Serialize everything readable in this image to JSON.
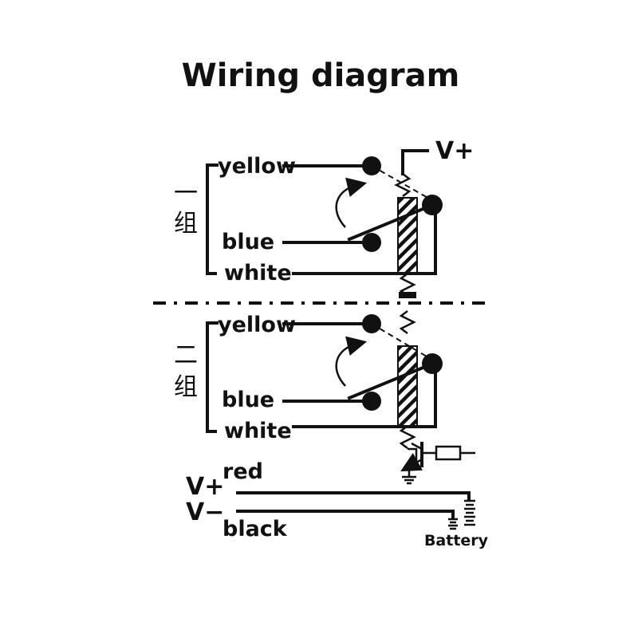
{
  "title": "Wiring diagram",
  "power_label": "V+",
  "groups": [
    {
      "name_top": "一",
      "name_bottom": "组",
      "wires": [
        "yellow",
        "blue",
        "white"
      ]
    },
    {
      "name_top": "二",
      "name_bottom": "组",
      "wires": [
        "yellow",
        "blue",
        "white"
      ]
    }
  ],
  "supply": {
    "positive_label": "V+",
    "positive_wire": "red",
    "negative_label": "V−",
    "negative_wire": "black",
    "battery_label": "Battery"
  }
}
